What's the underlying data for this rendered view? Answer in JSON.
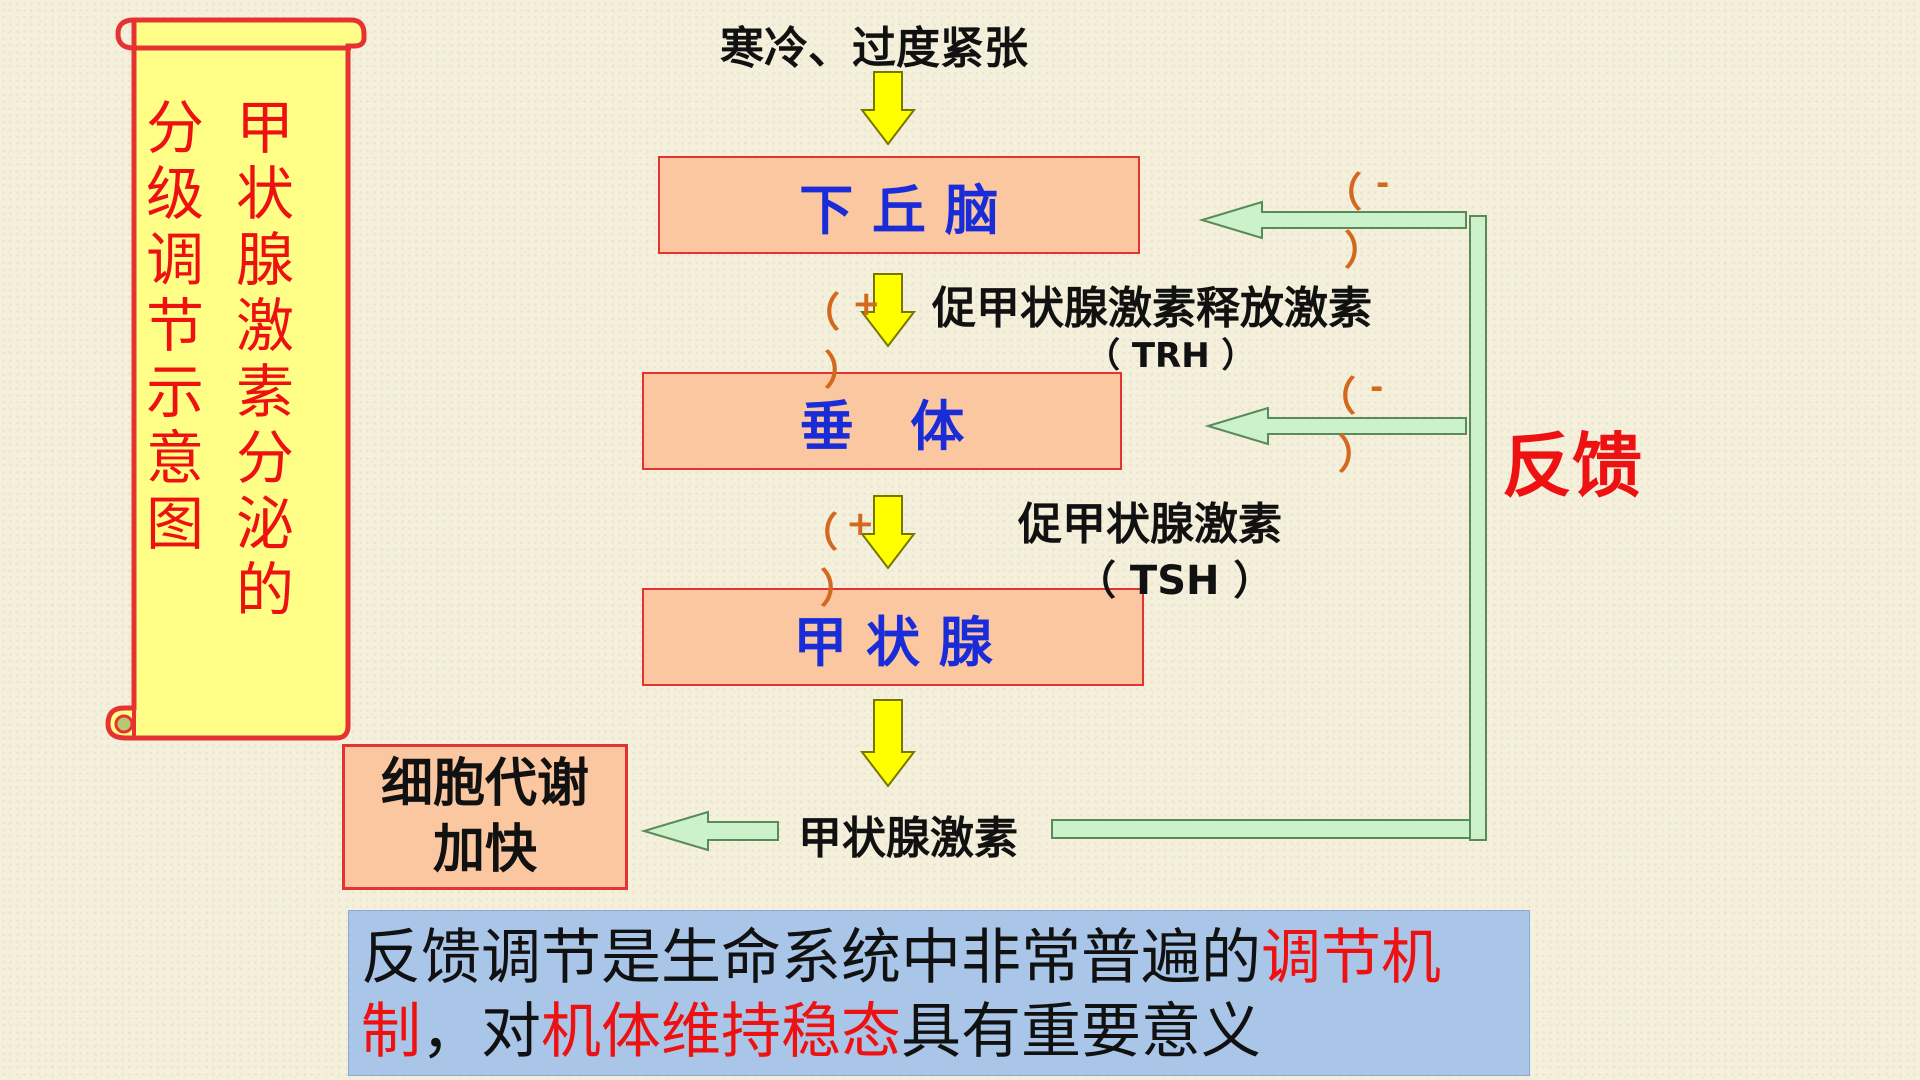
{
  "scroll_title": {
    "line1": "甲状腺激素分泌的",
    "line2": "分级调节示意图"
  },
  "stimulus": "寒冷、过度紧张",
  "boxes": {
    "hypothalamus": "下 丘 脑",
    "pituitary": "垂   体",
    "thyroid": "甲 状 腺"
  },
  "hormones": {
    "trh_name": "促甲状腺激素释放激素",
    "trh_abbr": "（ TRH ）",
    "tsh_name": "促甲状腺激素",
    "tsh_abbr": "（ TSH ）",
    "thyroid_hormone": "甲状腺激素"
  },
  "signs": {
    "plus_open": "（",
    "plus": "+",
    "close": "）",
    "minus_open": "（",
    "minus": "-"
  },
  "feedback": "反馈",
  "effect": {
    "line1": "细胞代谢",
    "line2": "加快"
  },
  "summary": {
    "part1": "反馈调节是生命系统中非常普遍的",
    "part2": "调节机制",
    "part3": "，对",
    "part4": "机体维持稳态",
    "part5": "具有重要意义"
  },
  "colors": {
    "box_fill": "#fac7a0",
    "box_border": "#e53333",
    "box_text": "#1a2bd8",
    "arrow_yellow": "#ffff00",
    "arrow_green": "#ccf2cc",
    "accent_red": "#ee1111",
    "sign_orange": "#d2691e",
    "summary_bg": "#a9c6e8"
  }
}
